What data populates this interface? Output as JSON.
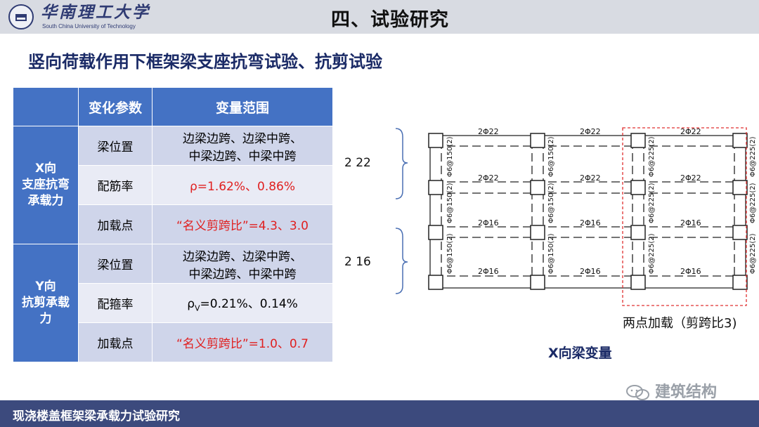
{
  "header": {
    "logo_text": "华南理工大学",
    "logo_sub": "South China University of Technology",
    "section_title": "四、试验研究"
  },
  "page_title": "竖向荷载作用下框架梁支座抗弯试验、抗剪试验",
  "table": {
    "col_param": "变化参数",
    "col_range": "变量范围",
    "groups": [
      {
        "label": "X向\n支座抗弯\n承载力",
        "rows": [
          {
            "param": "梁位置",
            "range": "边梁边跨、边梁中跨、\n中梁边跨、中梁中跨",
            "red": false
          },
          {
            "param": "配筋率",
            "range": "ρ=1.62%、0.86%",
            "red": true
          },
          {
            "param": "加载点",
            "range": "“名义剪跨比”=4.3、3.0",
            "red": true
          }
        ]
      },
      {
        "label": "Y向\n抗剪承载\n力",
        "rows": [
          {
            "param": "梁位置",
            "range": "边梁边跨、边梁中跨、\n中梁边跨、中梁中跨",
            "red": false
          },
          {
            "param": "配箍率",
            "range": "ρV=0.21%、0.14%",
            "red": false
          },
          {
            "param": "加载点",
            "range": "“名义剪跨比”=1.0、0.7",
            "red": true
          }
        ]
      }
    ]
  },
  "diagram": {
    "left_label_top": "2   22",
    "left_label_bottom": "2   16",
    "rebar_top": "2Φ22",
    "rebar_bottom": "2Φ16",
    "stirrup_a": "Φ6@150(2)",
    "stirrup_b": "Φ6@225(2)",
    "caption_load": "两点加载（剪跨比3)",
    "caption_title": "X向梁变量",
    "highlight_color": "#e03030"
  },
  "watermark": "建筑结构",
  "footer": "现浇楼盖框架梁承载力试验研究"
}
